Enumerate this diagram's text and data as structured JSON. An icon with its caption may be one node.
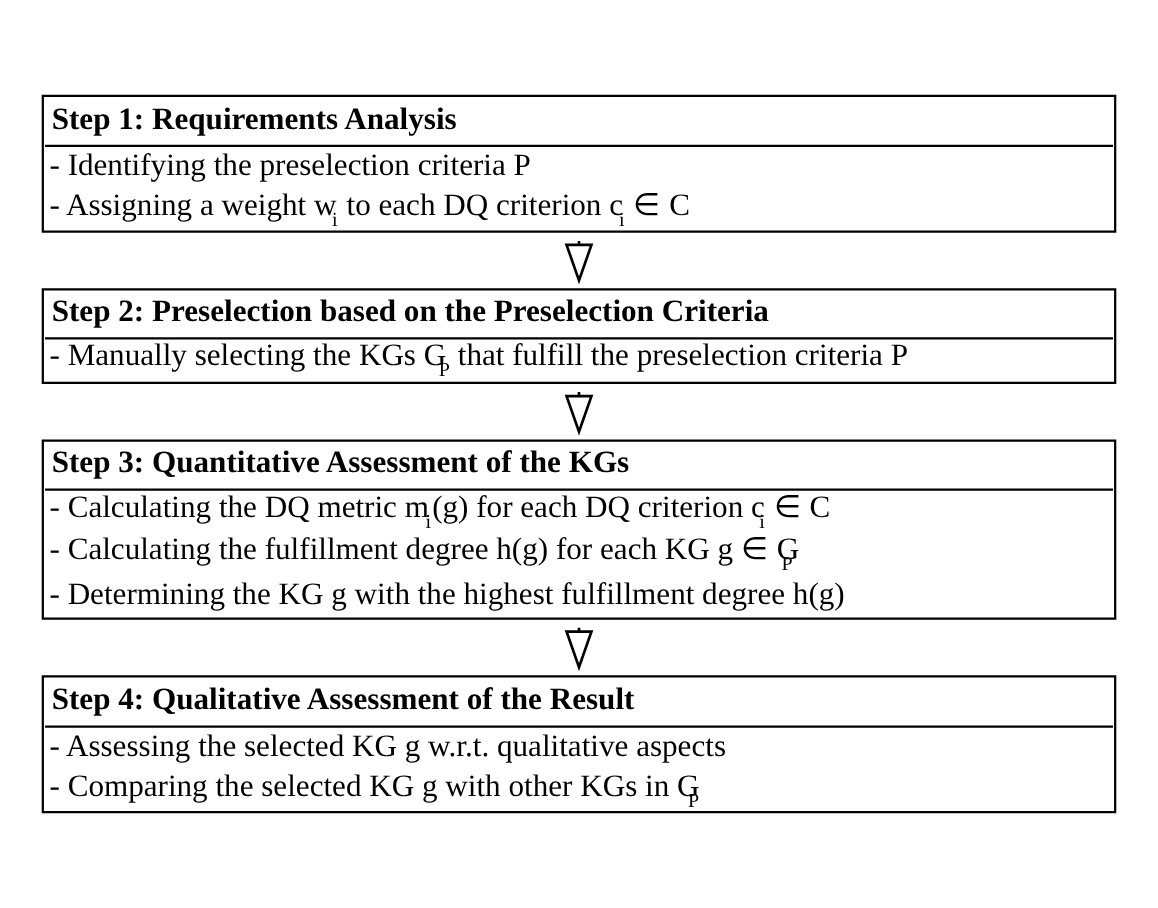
{
  "diagram": {
    "nodes": [
      {
        "text": [
          "Step 1: Requirements Analysis",
          "- Identifying the preselection criteria P",
          "- Assigning a weight w$_{i}$ to each DQ criterion c$_{i}$ ∈ C"
        ]
      },
      {
        "text": [
          "Step 2: Preselection based on the Preselection Criteria",
          "- Manually selecting the KGs G$_{P}$ that fulfill the preselection criteria P"
        ]
      },
      {
        "text": [
          "Step 3: Quantitative Assessment of the KGs",
          "- Calculating the DQ metric m$_{i}$(g) for each DQ criterion c$_{i}$ ∈ C",
          "- Calculating the fulfillment degree h(g) for each KG g ∈ G$_{P}$",
          "- Determining the KG g with the highest fulfillment degree h(g)"
        ]
      },
      {
        "text": [
          "Step 4: Qualitative Assessment of the Result",
          "- Assessing the selected KG g w.r.t. qualitative aspects",
          "- Comparing the selected KG g with other KGs in G$_{P}$"
        ]
      }
    ],
    "edges": [
      {
        "from": 0,
        "to": 1,
        "arrow": "to"
      },
      {
        "from": 1,
        "to": 2,
        "arrow": "to"
      },
      {
        "from": 2,
        "to": 3,
        "arrow": "to"
      }
    ]
  }
}
